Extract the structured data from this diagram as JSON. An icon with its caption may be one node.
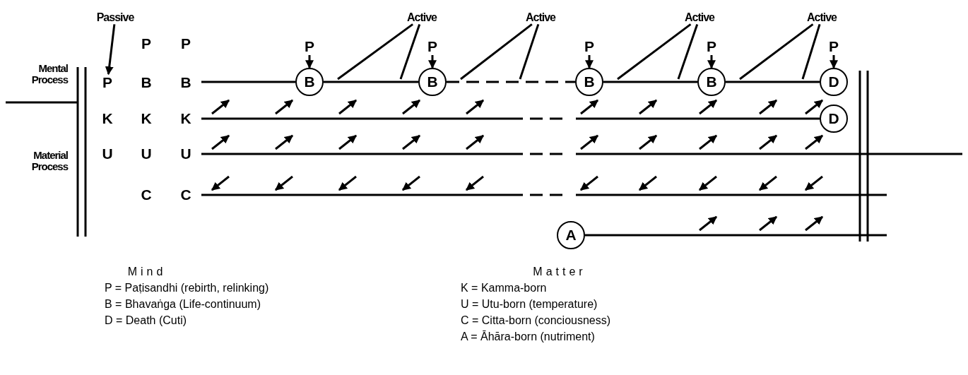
{
  "diagram": {
    "nodes": [
      {
        "text": [
          "Passive"
        ]
      },
      {
        "text": [
          "P"
        ]
      },
      {
        "text": [
          "Active"
        ]
      },
      {
        "text": [
          "Active"
        ]
      },
      {
        "text": [
          "Active"
        ]
      },
      {
        "text": [
          "Active"
        ]
      },
      {
        "text": [
          "P"
        ]
      },
      {
        "text": [
          "B"
        ]
      },
      {
        "text": [
          "P"
        ]
      },
      {
        "text": [
          "B"
        ]
      },
      {
        "text": [
          "P"
        ]
      },
      {
        "text": [
          "B"
        ]
      },
      {
        "text": [
          "P"
        ]
      },
      {
        "text": [
          "B"
        ]
      },
      {
        "text": [
          "P"
        ]
      },
      {
        "text": [
          "D"
        ]
      },
      {
        "text": [
          "D"
        ]
      },
      {
        "text": [
          "A"
        ]
      }
    ],
    "edges": [
      {
        "from": 0,
        "to": 1,
        "arrow": "to"
      },
      {
        "from": 6,
        "to": 7,
        "arrow": "to"
      },
      {
        "from": 8,
        "to": 9,
        "arrow": "to"
      },
      {
        "from": 10,
        "to": 11,
        "arrow": "to"
      },
      {
        "from": 12,
        "to": 13,
        "arrow": "to"
      },
      {
        "from": 14,
        "to": 15,
        "arrow": "to"
      },
      {
        "from": 2,
        "to": null,
        "arrow": "none"
      },
      {
        "from": 2,
        "to": null,
        "arrow": "none"
      },
      {
        "from": 3,
        "to": null,
        "arrow": "none"
      },
      {
        "from": 3,
        "to": null,
        "arrow": "none"
      },
      {
        "from": 4,
        "to": null,
        "arrow": "none"
      },
      {
        "from": 4,
        "to": null,
        "arrow": "none"
      },
      {
        "from": 5,
        "to": null,
        "arrow": "none"
      },
      {
        "from": 5,
        "to": null,
        "arrow": "none"
      },
      {
        "from": null,
        "to": 7,
        "arrow": "none"
      },
      {
        "from": 7,
        "to": 9,
        "arrow": "none"
      },
      {
        "from": 9,
        "to": 11,
        "arrow": "none",
        "style": "dashed"
      },
      {
        "from": 11,
        "to": 13,
        "arrow": "none"
      },
      {
        "from": 13,
        "to": 15,
        "arrow": "none"
      },
      {
        "from": null,
        "to": 16,
        "arrow": "none",
        "style": "dashed"
      },
      {
        "from": 17,
        "to": null,
        "arrow": "none"
      }
    ],
    "labels": [
      "P",
      "P",
      "Mental Process",
      "B",
      "B",
      "K",
      "K",
      "K",
      "Material Process",
      "U",
      "U",
      "U",
      "C",
      "C",
      "Mind",
      "Matter",
      "P = Paṭisandhi (rebirth, relinking)",
      "K = Kamma-born",
      "B = Bhavaṅga (Life-continuum)",
      "U = Utu-born (temperature)",
      "D = Death (Cuti)",
      "C = Citta-born (conciousness)",
      "A = Āhāra-born (nutriment)"
    ]
  }
}
